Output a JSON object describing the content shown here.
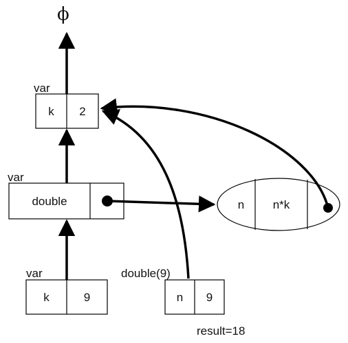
{
  "phi_symbol": "ϕ",
  "global_frame": {
    "tag": "var",
    "name": "k",
    "value": "2"
  },
  "double_frame": {
    "tag": "var",
    "name": "double"
  },
  "call_frame": {
    "tag": "var",
    "name": "k",
    "value": "9"
  },
  "closure": {
    "param": "n",
    "body": "n*k"
  },
  "activation": {
    "tag": "double(9)",
    "name": "n",
    "value": "9",
    "result": "result=18"
  },
  "colors": {
    "stroke": "#000000",
    "fill": "#ffffff",
    "text": "#111111"
  }
}
